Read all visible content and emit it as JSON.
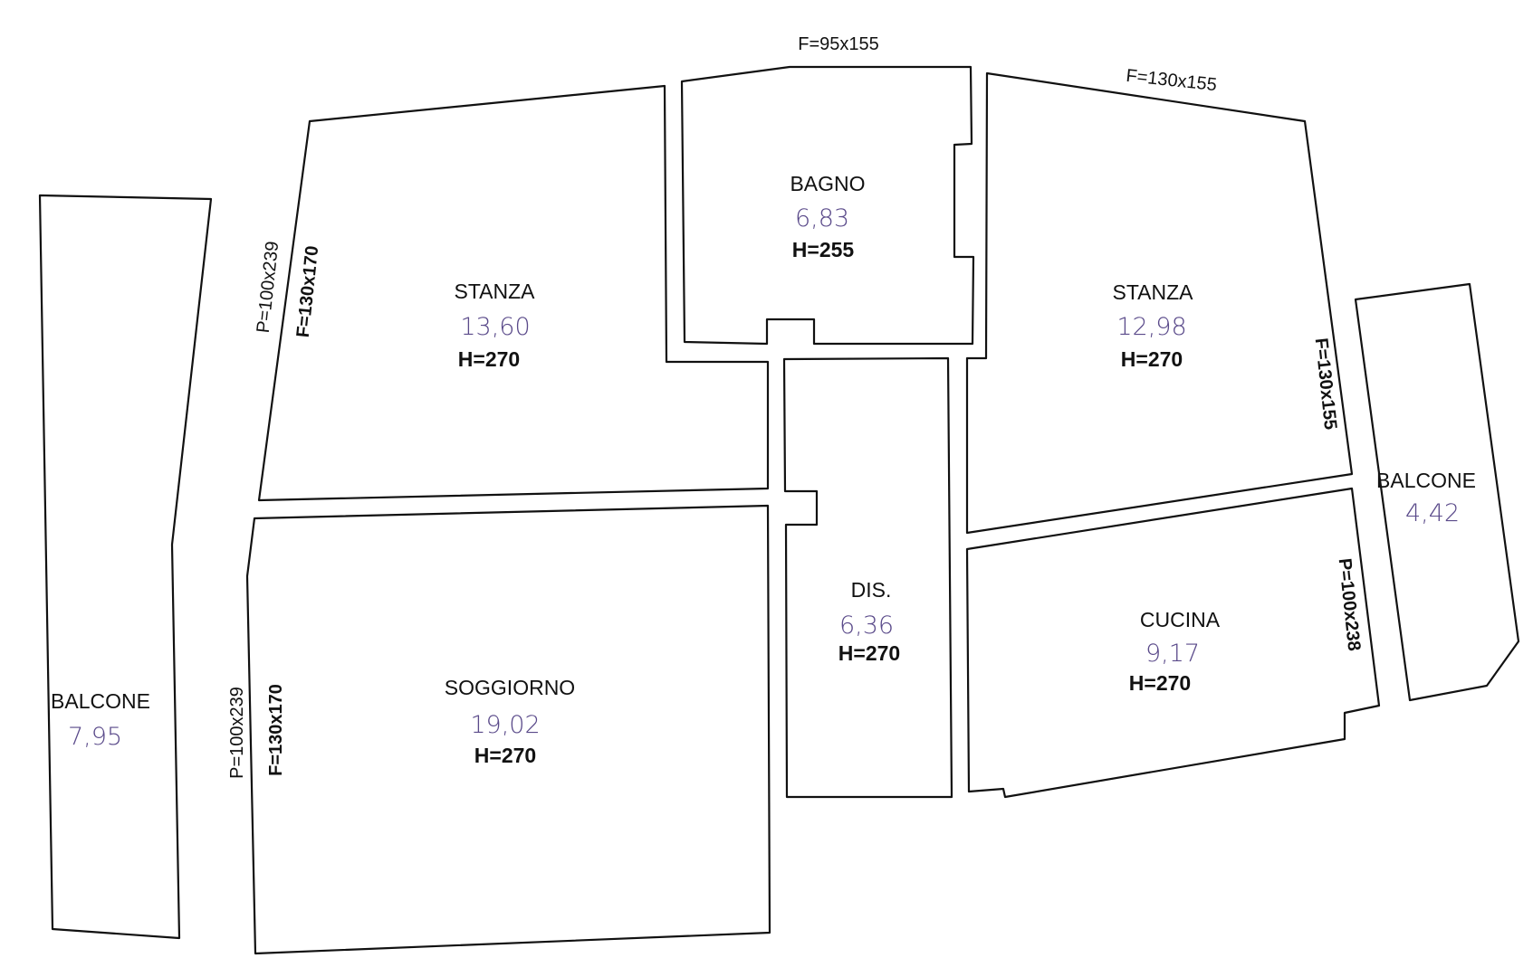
{
  "colors": {
    "wall": "#111111",
    "area": "#5a4a8a",
    "background": "#ffffff"
  },
  "rooms": {
    "balcone_left": {
      "name": "BALCONE",
      "area": "7,95"
    },
    "stanza_left": {
      "name": "STANZA",
      "area": "13,60",
      "height": "H=270"
    },
    "soggiorno": {
      "name": "SOGGIORNO",
      "area": "19,02",
      "height": "H=270"
    },
    "bagno": {
      "name": "BAGNO",
      "area": "6,83",
      "height": "H=255"
    },
    "dis": {
      "name": "DIS.",
      "area": "6,36",
      "height": "H=270"
    },
    "stanza_right": {
      "name": "STANZA",
      "area": "12,98",
      "height": "H=270"
    },
    "cucina": {
      "name": "CUCINA",
      "area": "9,17",
      "height": "H=270"
    },
    "balcone_right": {
      "name": "BALCONE",
      "area": "4,42"
    }
  },
  "openings": {
    "bagno_top": "F=95x155",
    "stanza_right_top": "F=130x155",
    "stanza_left_door": "P=100x239",
    "stanza_left_window": "F=130x170",
    "soggiorno_door": "P=100x239",
    "soggiorno_window": "F=130x170",
    "stanza_right_side": "F=130x155",
    "cucina_door": "P=100x238"
  }
}
